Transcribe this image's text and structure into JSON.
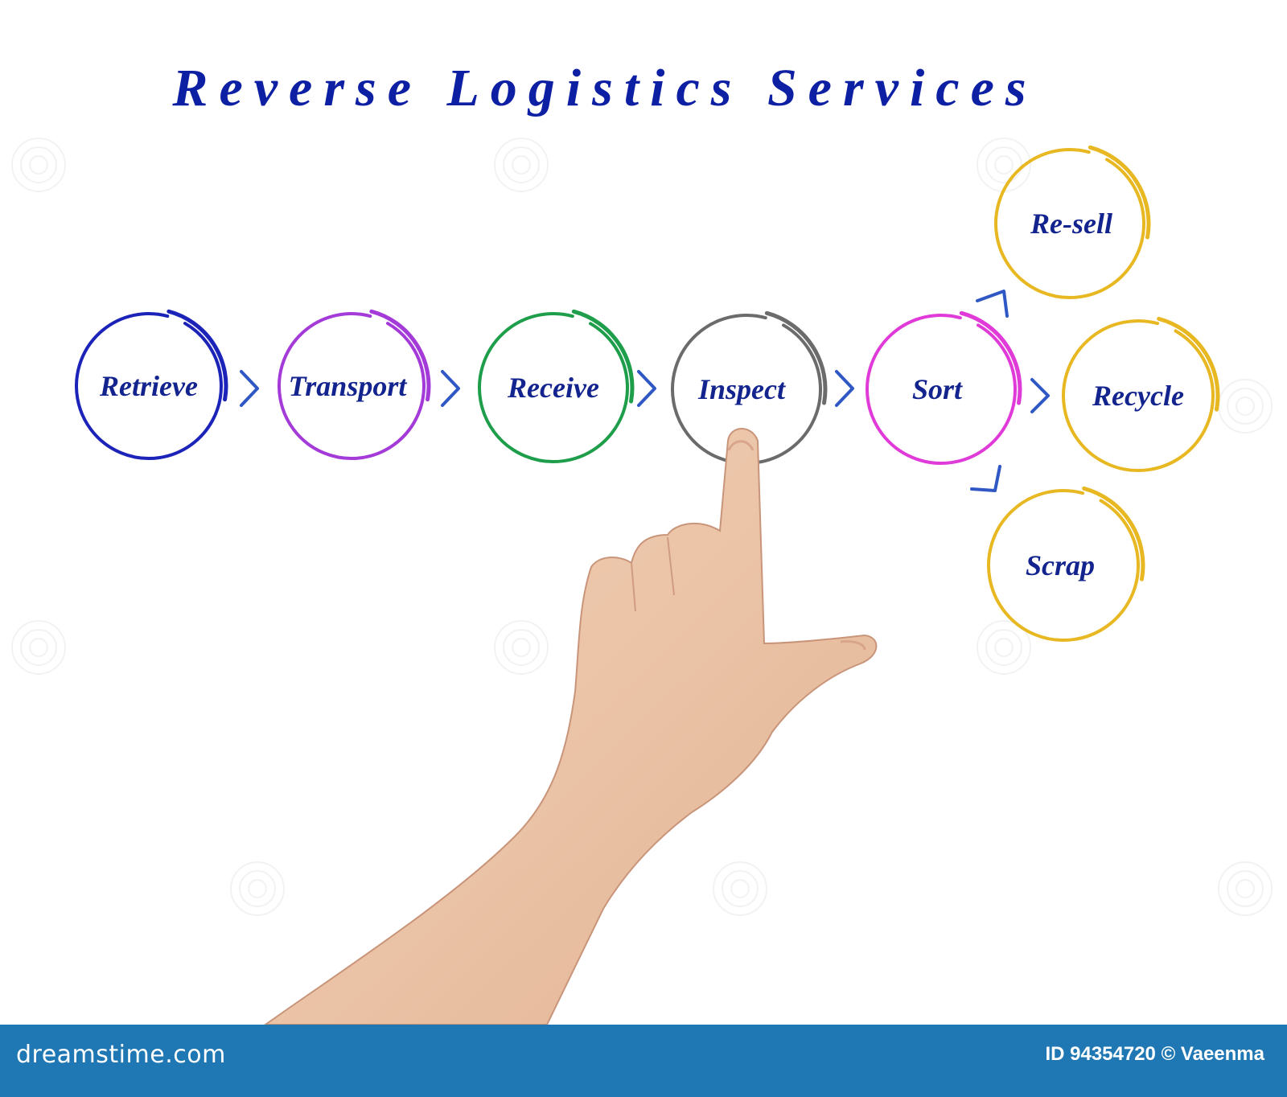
{
  "title": "Reverse Logistics Services",
  "nodes": [
    {
      "id": "retrieve",
      "label": "Retrieve",
      "color": "#1c23b8"
    },
    {
      "id": "transport",
      "label": "Transport",
      "color": "#a43ad8"
    },
    {
      "id": "receive",
      "label": "Receive",
      "color": "#1e9e4a"
    },
    {
      "id": "inspect",
      "label": "Inspect",
      "color": "#6b6b6b"
    },
    {
      "id": "sort",
      "label": "Sort",
      "color": "#e03bd8"
    },
    {
      "id": "resell",
      "label": "Re-sell",
      "color": "#e8b823"
    },
    {
      "id": "recycle",
      "label": "Recycle",
      "color": "#e8b823"
    },
    {
      "id": "scrap",
      "label": "Scrap",
      "color": "#e8b823"
    }
  ],
  "arrow_color": "#2f58c4",
  "watermark": "dreamstime",
  "footer": {
    "brand": "dreamstime.com",
    "credit": "ID 94354720 © Vaeenma"
  }
}
